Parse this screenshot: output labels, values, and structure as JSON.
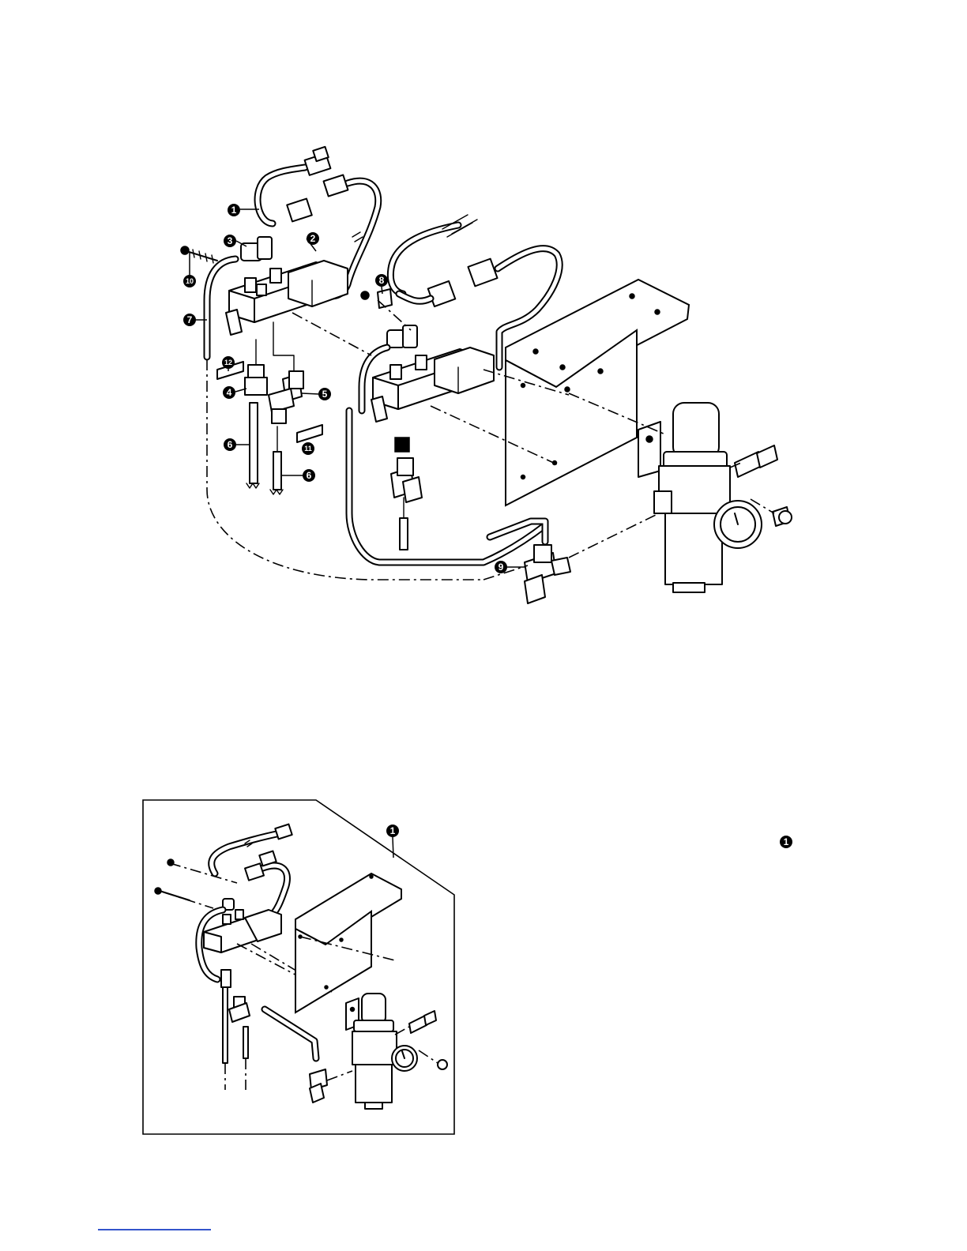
{
  "main_diagram": {
    "callouts": [
      "1",
      "2",
      "3",
      "4",
      "5",
      "6",
      "6",
      "7",
      "8",
      "9",
      "10",
      "11",
      "12"
    ]
  },
  "inset": {
    "callout": "1"
  },
  "side_note": {
    "callout": "1"
  }
}
